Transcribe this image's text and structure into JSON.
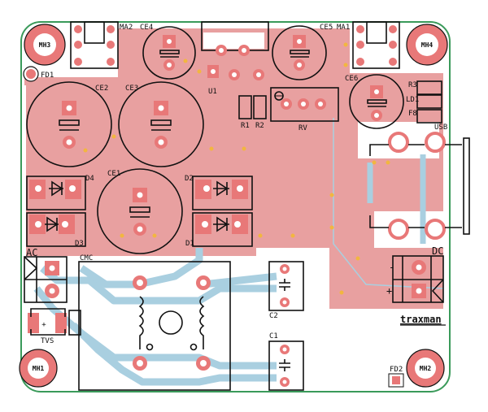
{
  "board": {
    "colors": {
      "copper": "#e8a0a0",
      "pad": "#e87878",
      "trace": "#a9cfe0",
      "outline": "#3a9a5a",
      "silk": "#111111",
      "via": "#f2b640"
    },
    "mounting_holes": [
      "MH1",
      "MH2",
      "MH3",
      "MH4"
    ],
    "fiducials": [
      "FD1",
      "FD2"
    ],
    "components": {
      "ma2": "MA2",
      "ma1": "MA1",
      "ce1": "CE1",
      "ce2": "CE2",
      "ce3": "CE3",
      "ce4": "CE4",
      "ce5": "CE5",
      "ce6": "CE6",
      "u1": "U1",
      "r1": "R1",
      "r2": "R2",
      "rv": "RV",
      "r3": "R3",
      "ld1": "LD1",
      "f8": "F8",
      "usb": "USB",
      "d1": "D1",
      "d2": "D2",
      "d3": "D3",
      "d4": "D4",
      "ac": "AC",
      "cmc": "CMC",
      "c1": "C1",
      "c2": "C2",
      "dc": "DC",
      "tvs": "TVS"
    },
    "polarity": {
      "plus": "+",
      "minus": "-"
    },
    "logo": "traxman"
  }
}
